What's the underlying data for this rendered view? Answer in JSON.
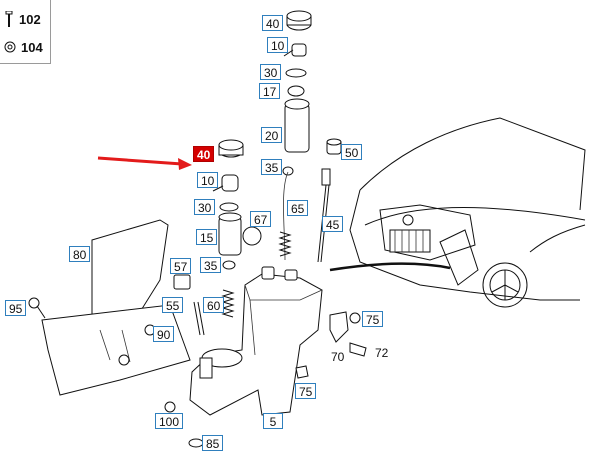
{
  "legend": [
    {
      "num": "102",
      "icon": "screw-icon"
    },
    {
      "num": "104",
      "icon": "washer-icon"
    }
  ],
  "callouts": [
    {
      "num": "40",
      "highlight": false
    },
    {
      "num": "10",
      "highlight": false
    },
    {
      "num": "30",
      "highlight": false
    },
    {
      "num": "17",
      "highlight": false
    },
    {
      "num": "20",
      "highlight": false
    },
    {
      "num": "35",
      "highlight": false
    },
    {
      "num": "50",
      "highlight": false
    },
    {
      "num": "40",
      "highlight": true
    },
    {
      "num": "10",
      "highlight": false
    },
    {
      "num": "30",
      "highlight": false
    },
    {
      "num": "67",
      "highlight": false
    },
    {
      "num": "65",
      "highlight": false
    },
    {
      "num": "45",
      "highlight": false
    },
    {
      "num": "15",
      "highlight": false
    },
    {
      "num": "80",
      "highlight": false
    },
    {
      "num": "35",
      "highlight": false
    },
    {
      "num": "57",
      "highlight": false
    },
    {
      "num": "55",
      "highlight": false
    },
    {
      "num": "60",
      "highlight": false
    },
    {
      "num": "95",
      "highlight": false
    },
    {
      "num": "90",
      "highlight": false
    },
    {
      "num": "75",
      "highlight": false
    },
    {
      "num": "75",
      "highlight": false
    },
    {
      "num": "100",
      "highlight": false
    },
    {
      "num": "5",
      "highlight": false
    },
    {
      "num": "85",
      "highlight": false
    }
  ],
  "plain_labels": [
    "70",
    "72"
  ],
  "colors": {
    "callout_border": "#2f7fbd",
    "highlight": "#d40000",
    "arrow": "#e31b1b"
  }
}
